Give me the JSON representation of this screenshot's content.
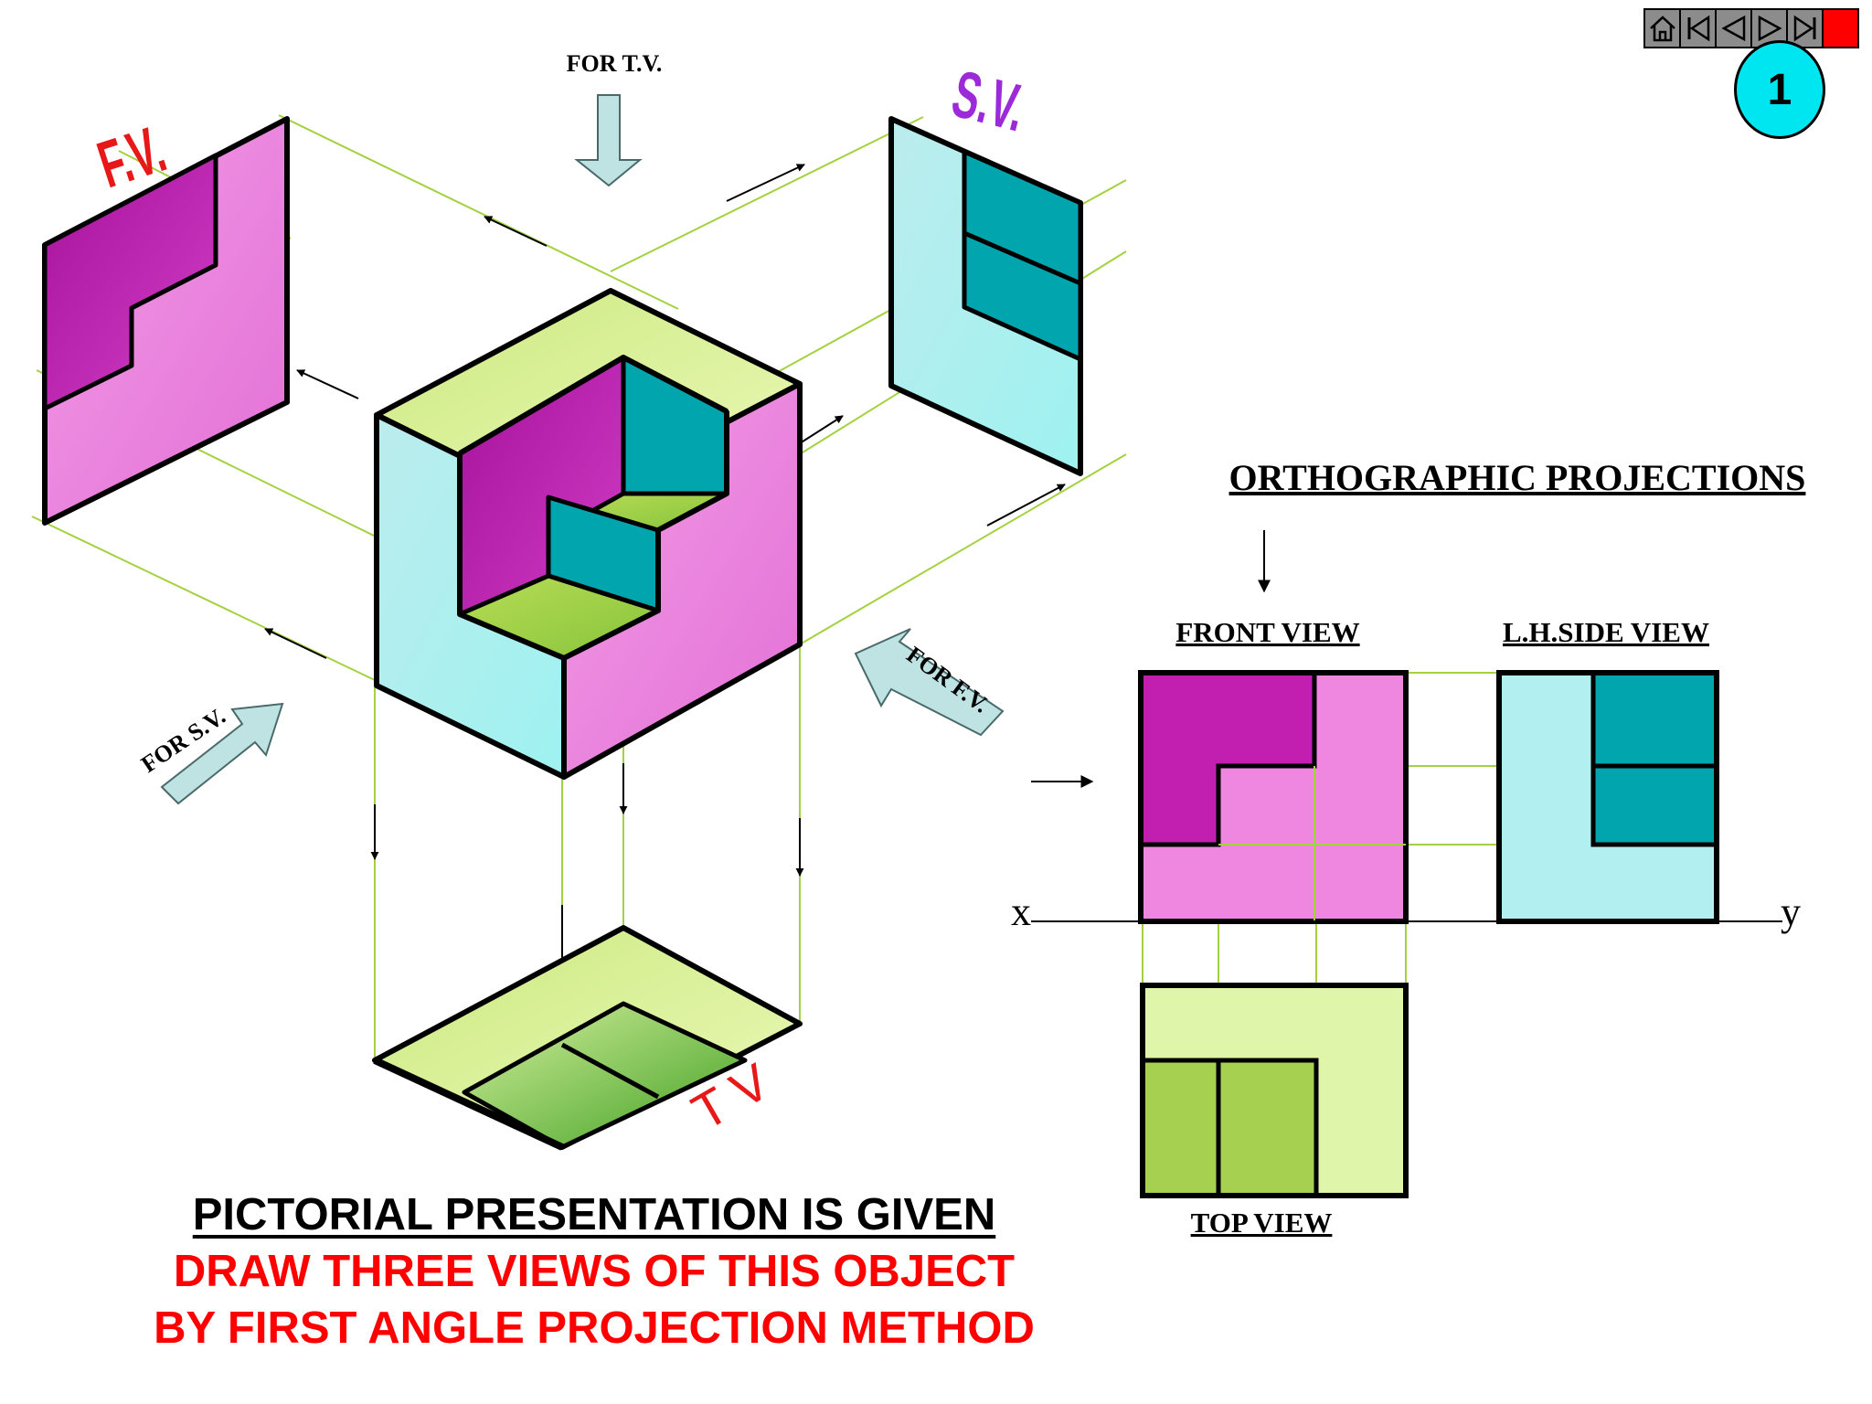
{
  "slide": {
    "page_number": "1",
    "navigation": [
      "home-icon",
      "first-slide-icon",
      "previous-slide-icon",
      "next-slide-icon",
      "last-slide-icon",
      "end-show-icon"
    ]
  },
  "pictorial": {
    "arrow_labels": {
      "top_view": "FOR T.V.",
      "front_view": "FOR F.V.",
      "side_view": "FOR S.V."
    },
    "plane_labels": {
      "front_view": "F.V.",
      "side_view": "S.V.",
      "top_view": "TV"
    }
  },
  "orthographic": {
    "heading": "ORTHOGRAPHIC PROJECTIONS",
    "front_view_label": "FRONT VIEW",
    "side_view_label": "L.H.SIDE VIEW",
    "top_view_label": "TOP VIEW",
    "xy_line": {
      "x_label": "x",
      "y_label": "y"
    }
  },
  "caption": {
    "title": "PICTORIAL PRESENTATION IS GIVEN",
    "line1": "DRAW THREE VIEWS OF THIS OBJECT",
    "line2": "BY FIRST ANGLE PROJECTION METHOD"
  },
  "colors": {
    "magenta_dark": "#c21eb0",
    "magenta_light": "#ef86e0",
    "teal_dark": "#00a5ad",
    "cyan_light": "#b2eff0",
    "green_light": "#dff5aa",
    "green_mid": "#a5d050",
    "projector_green": "#a3d13f",
    "label_red": "#e81818",
    "label_purple": "#9b2ad8",
    "arrow_fill": "#bfe3e3"
  }
}
